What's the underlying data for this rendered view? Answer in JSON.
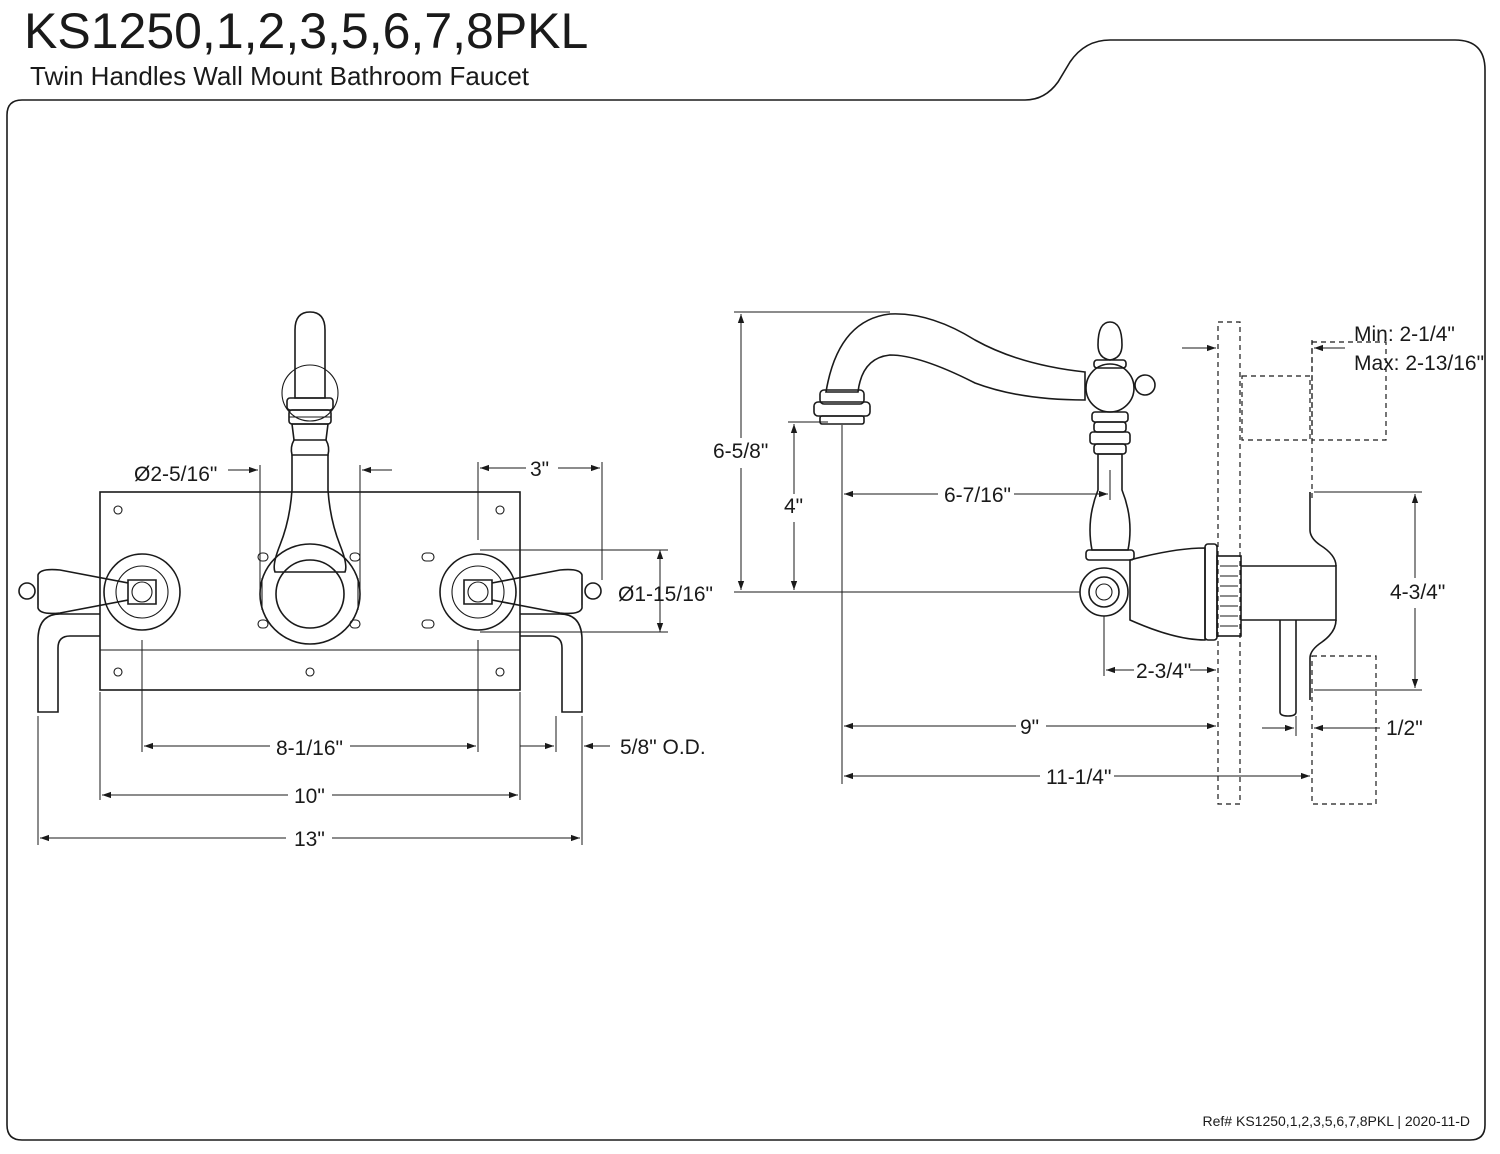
{
  "header": {
    "title": "KS1250,1,2,3,5,6,7,8PKL",
    "subtitle": "Twin Handles Wall Mount Bathroom Faucet"
  },
  "front_view": {
    "dims": {
      "spout_dia": "Ø2-5/16\"",
      "flange_dia": "Ø1-15/16\"",
      "handle_offset": "3\"",
      "centers": "8-1/16\"",
      "plate_width": "10\"",
      "overall_width": "13\"",
      "pipe_od": "5/8\" O.D."
    }
  },
  "side_view": {
    "dims": {
      "height": "6-5/8\"",
      "spout_height": "4\"",
      "spout_reach": "6-7/16\"",
      "wall_min": "Min: 2-1/4\"",
      "wall_max": "Max: 2-13/16\"",
      "body_depth": "2-3/4\"",
      "supply_height": "4-3/4\"",
      "reach": "9\"",
      "overall_depth": "11-1/4\"",
      "pipe_depth": "1/2\""
    }
  },
  "footer": {
    "reference": "Ref# KS1250,1,2,3,5,6,7,8PKL | 2020-11-D"
  }
}
